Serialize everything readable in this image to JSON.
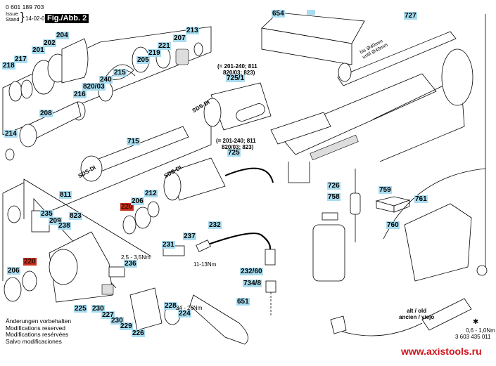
{
  "header": {
    "part_number": "0 601 189 703",
    "issue_label_line1": "Issue",
    "issue_label_line2": "Stand",
    "issue_date": "14-02-03",
    "figure_label": "Fig./Abb. 2"
  },
  "callouts": [
    {
      "id": "204",
      "highlight": "blue"
    },
    {
      "id": "202",
      "highlight": "blue"
    },
    {
      "id": "201",
      "highlight": "blue"
    },
    {
      "id": "217",
      "highlight": "blue"
    },
    {
      "id": "218",
      "highlight": "blue"
    },
    {
      "id": "213",
      "highlight": "blue"
    },
    {
      "id": "207",
      "highlight": "blue"
    },
    {
      "id": "221",
      "highlight": "blue"
    },
    {
      "id": "219",
      "highlight": "blue"
    },
    {
      "id": "205",
      "highlight": "blue"
    },
    {
      "id": "215",
      "highlight": "blue"
    },
    {
      "id": "240",
      "highlight": "blue"
    },
    {
      "id": "820/03",
      "highlight": "blue"
    },
    {
      "id": "216",
      "highlight": "blue"
    },
    {
      "id": "208",
      "highlight": "blue"
    },
    {
      "id": "214",
      "highlight": "blue"
    },
    {
      "id": "715",
      "highlight": "blue"
    },
    {
      "id": "725/1",
      "highlight": "blue"
    },
    {
      "id": "725",
      "highlight": "blue"
    },
    {
      "id": "811",
      "highlight": "blue"
    },
    {
      "id": "235",
      "highlight": "blue"
    },
    {
      "id": "209",
      "highlight": "blue"
    },
    {
      "id": "823",
      "highlight": "blue"
    },
    {
      "id": "238",
      "highlight": "blue"
    },
    {
      "id": "220",
      "highlight": "red"
    },
    {
      "id": "206",
      "highlight": "blue"
    },
    {
      "id": "212",
      "highlight": "blue"
    },
    {
      "id": "236",
      "highlight": "blue"
    },
    {
      "id": "220",
      "highlight": "red"
    },
    {
      "id": "206",
      "highlight": "blue"
    },
    {
      "id": "225",
      "highlight": "blue"
    },
    {
      "id": "230",
      "highlight": "blue"
    },
    {
      "id": "227",
      "highlight": "blue"
    },
    {
      "id": "230",
      "highlight": "blue"
    },
    {
      "id": "229",
      "highlight": "blue"
    },
    {
      "id": "226",
      "highlight": "blue"
    },
    {
      "id": "228",
      "highlight": "blue"
    },
    {
      "id": "224",
      "highlight": "blue"
    },
    {
      "id": "231",
      "highlight": "blue"
    },
    {
      "id": "237",
      "highlight": "blue"
    },
    {
      "id": "232",
      "highlight": "blue"
    },
    {
      "id": "232/60",
      "highlight": "blue"
    },
    {
      "id": "734/8",
      "highlight": "blue"
    },
    {
      "id": "651",
      "highlight": "blue"
    },
    {
      "id": "654",
      "highlight": "blue"
    },
    {
      "id": "727",
      "highlight": "blue"
    },
    {
      "id": "726",
      "highlight": "blue"
    },
    {
      "id": "758",
      "highlight": "blue"
    },
    {
      "id": "759",
      "highlight": "blue"
    },
    {
      "id": "761",
      "highlight": "blue"
    },
    {
      "id": "760",
      "highlight": "blue"
    }
  ],
  "annotations": {
    "kit_note_725_1_line1": "(= 201-240; 811",
    "kit_note_725_1_line2": "820/03; 823)",
    "kit_note_725_line1": "(= 201-240; 811",
    "kit_note_725_line2": "820/03; 823)",
    "sds_label_1": "SDS-DI",
    "sds_label_2": "SDS-DI",
    "sds_label_3": "SDS-DI",
    "torque_236": "2,5 - 3,5Nm",
    "torque_237": "11-13Nm",
    "torque_224": "24 - 26Nm",
    "torque_switch": "0,6 - 1,0Nm",
    "switch_part_number": "3 603 435 011",
    "diameter_line1": "bis Ø40mm",
    "diameter_line2": "until Ø40mm",
    "old_version_line1": "alt / old",
    "old_version_line2": "ancien / viejo"
  },
  "notes": [
    "Änderungen vorbehalten",
    "Modifications reserved",
    "Modifications resérvées",
    "Salvo modificaciones"
  ],
  "watermark": "www.axistools.ru",
  "colors": {
    "callout_blue": "#a9dcef",
    "callout_red": "#c8321e",
    "watermark_red": "#d0121b"
  }
}
